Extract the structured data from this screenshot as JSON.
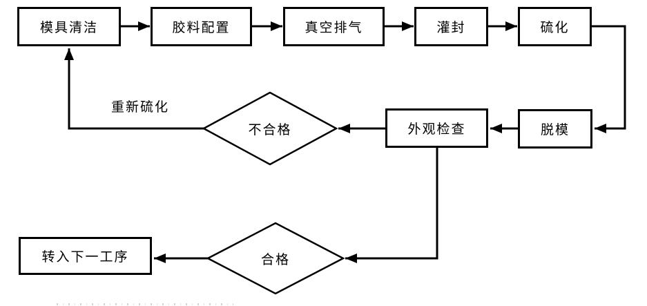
{
  "colors": {
    "background": "#ffffff",
    "stroke": "#000000",
    "node_fill": "#ffffff",
    "text": "#000000"
  },
  "diagram": {
    "type": "flowchart",
    "nodes": [
      {
        "id": "mold-cleaning",
        "label": "模具清洁",
        "shape": "rect"
      },
      {
        "id": "rubber-prep",
        "label": "胶料配置",
        "shape": "rect"
      },
      {
        "id": "vacuum-degas",
        "label": "真空排气",
        "shape": "rect"
      },
      {
        "id": "potting",
        "label": "灌封",
        "shape": "rect"
      },
      {
        "id": "vulcanization",
        "label": "硫化",
        "shape": "rect"
      },
      {
        "id": "demolding",
        "label": "脱模",
        "shape": "rect"
      },
      {
        "id": "inspection",
        "label": "外观检查",
        "shape": "rect"
      },
      {
        "id": "fail-decision",
        "label": "不合格",
        "shape": "diamond"
      },
      {
        "id": "pass-decision",
        "label": "合格",
        "shape": "diamond"
      },
      {
        "id": "next-process",
        "label": "转入下一工序",
        "shape": "rect"
      }
    ],
    "edges": [
      {
        "from": "mold-cleaning",
        "to": "rubber-prep"
      },
      {
        "from": "rubber-prep",
        "to": "vacuum-degas"
      },
      {
        "from": "vacuum-degas",
        "to": "potting"
      },
      {
        "from": "potting",
        "to": "vulcanization"
      },
      {
        "from": "vulcanization",
        "to": "demolding"
      },
      {
        "from": "demolding",
        "to": "inspection"
      },
      {
        "from": "inspection",
        "to": "fail-decision"
      },
      {
        "from": "fail-decision",
        "to": "mold-cleaning",
        "label": "重新硫化"
      },
      {
        "from": "inspection",
        "to": "pass-decision"
      },
      {
        "from": "pass-decision",
        "to": "next-process"
      }
    ]
  }
}
